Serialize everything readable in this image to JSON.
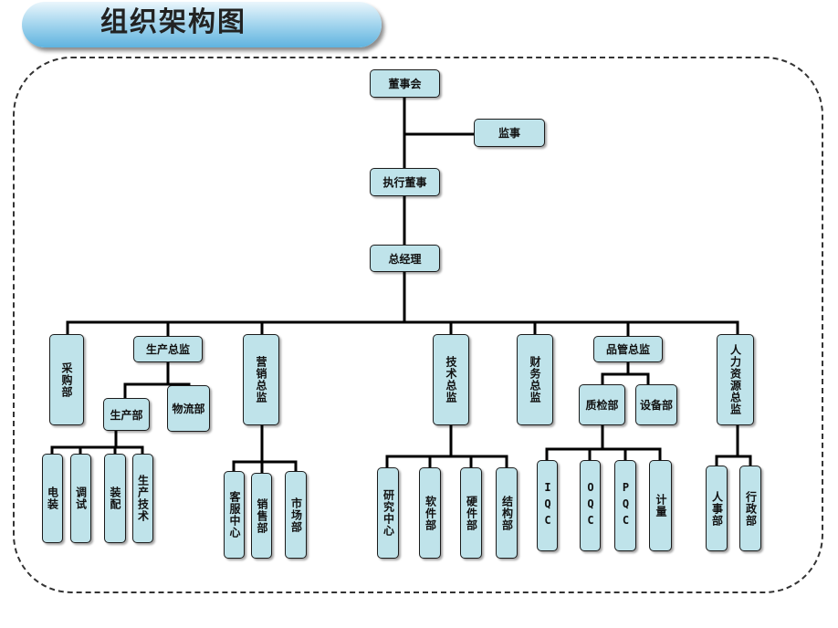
{
  "title": "组织架构图",
  "nodes": {
    "board": "董事会",
    "supervisor": "监事",
    "exec_director": "执行董事",
    "general_manager": "总经理",
    "procurement": "采购部",
    "production_director": "生产总监",
    "production_dept": "生产部",
    "logistics": "物流部",
    "electrical_assembly": "电装",
    "debugging": "调试",
    "assembly": "装配",
    "production_tech": "生产技术",
    "marketing_director": "营销总监",
    "customer_service": "客服中心",
    "sales": "销售部",
    "market": "市场部",
    "tech_director": "技术总监",
    "research": "研究中心",
    "software": "软件部",
    "hardware": "硬件部",
    "structure": "结构部",
    "finance_director": "财务总监",
    "quality_director": "品管总监",
    "quality_inspection": "质检部",
    "equipment": "设备部",
    "iqc": "IQC",
    "oqc": "OQC",
    "pqc": "PQC",
    "metrology": "计量",
    "hr_director": "人力资源总监",
    "personnel": "人事部",
    "administration": "行政部"
  }
}
